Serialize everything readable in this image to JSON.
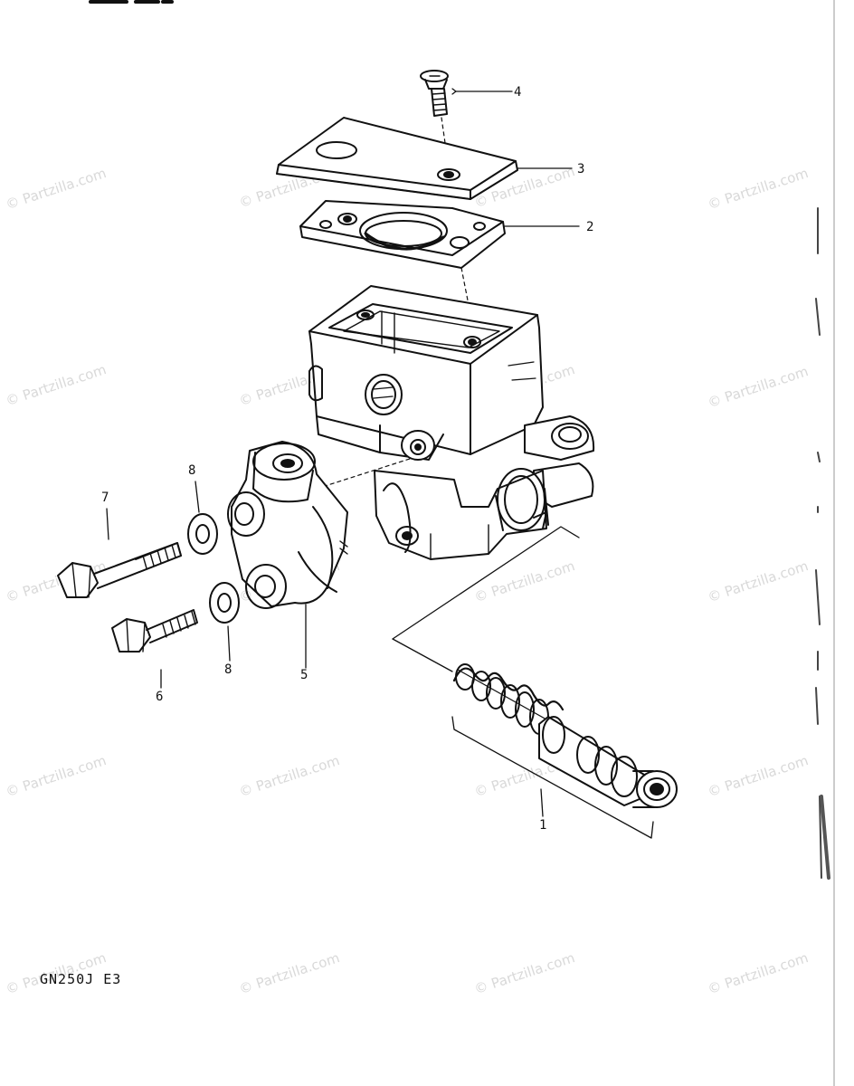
{
  "diagram": {
    "code_label": "GN250J E3",
    "watermark_text": "© Partzilla.com",
    "callouts": {
      "p1": "1",
      "p2": "2",
      "p3": "3",
      "p4": "4",
      "p5": "5",
      "p6": "6",
      "p7": "7",
      "p8a": "8",
      "p8b": "8"
    }
  }
}
